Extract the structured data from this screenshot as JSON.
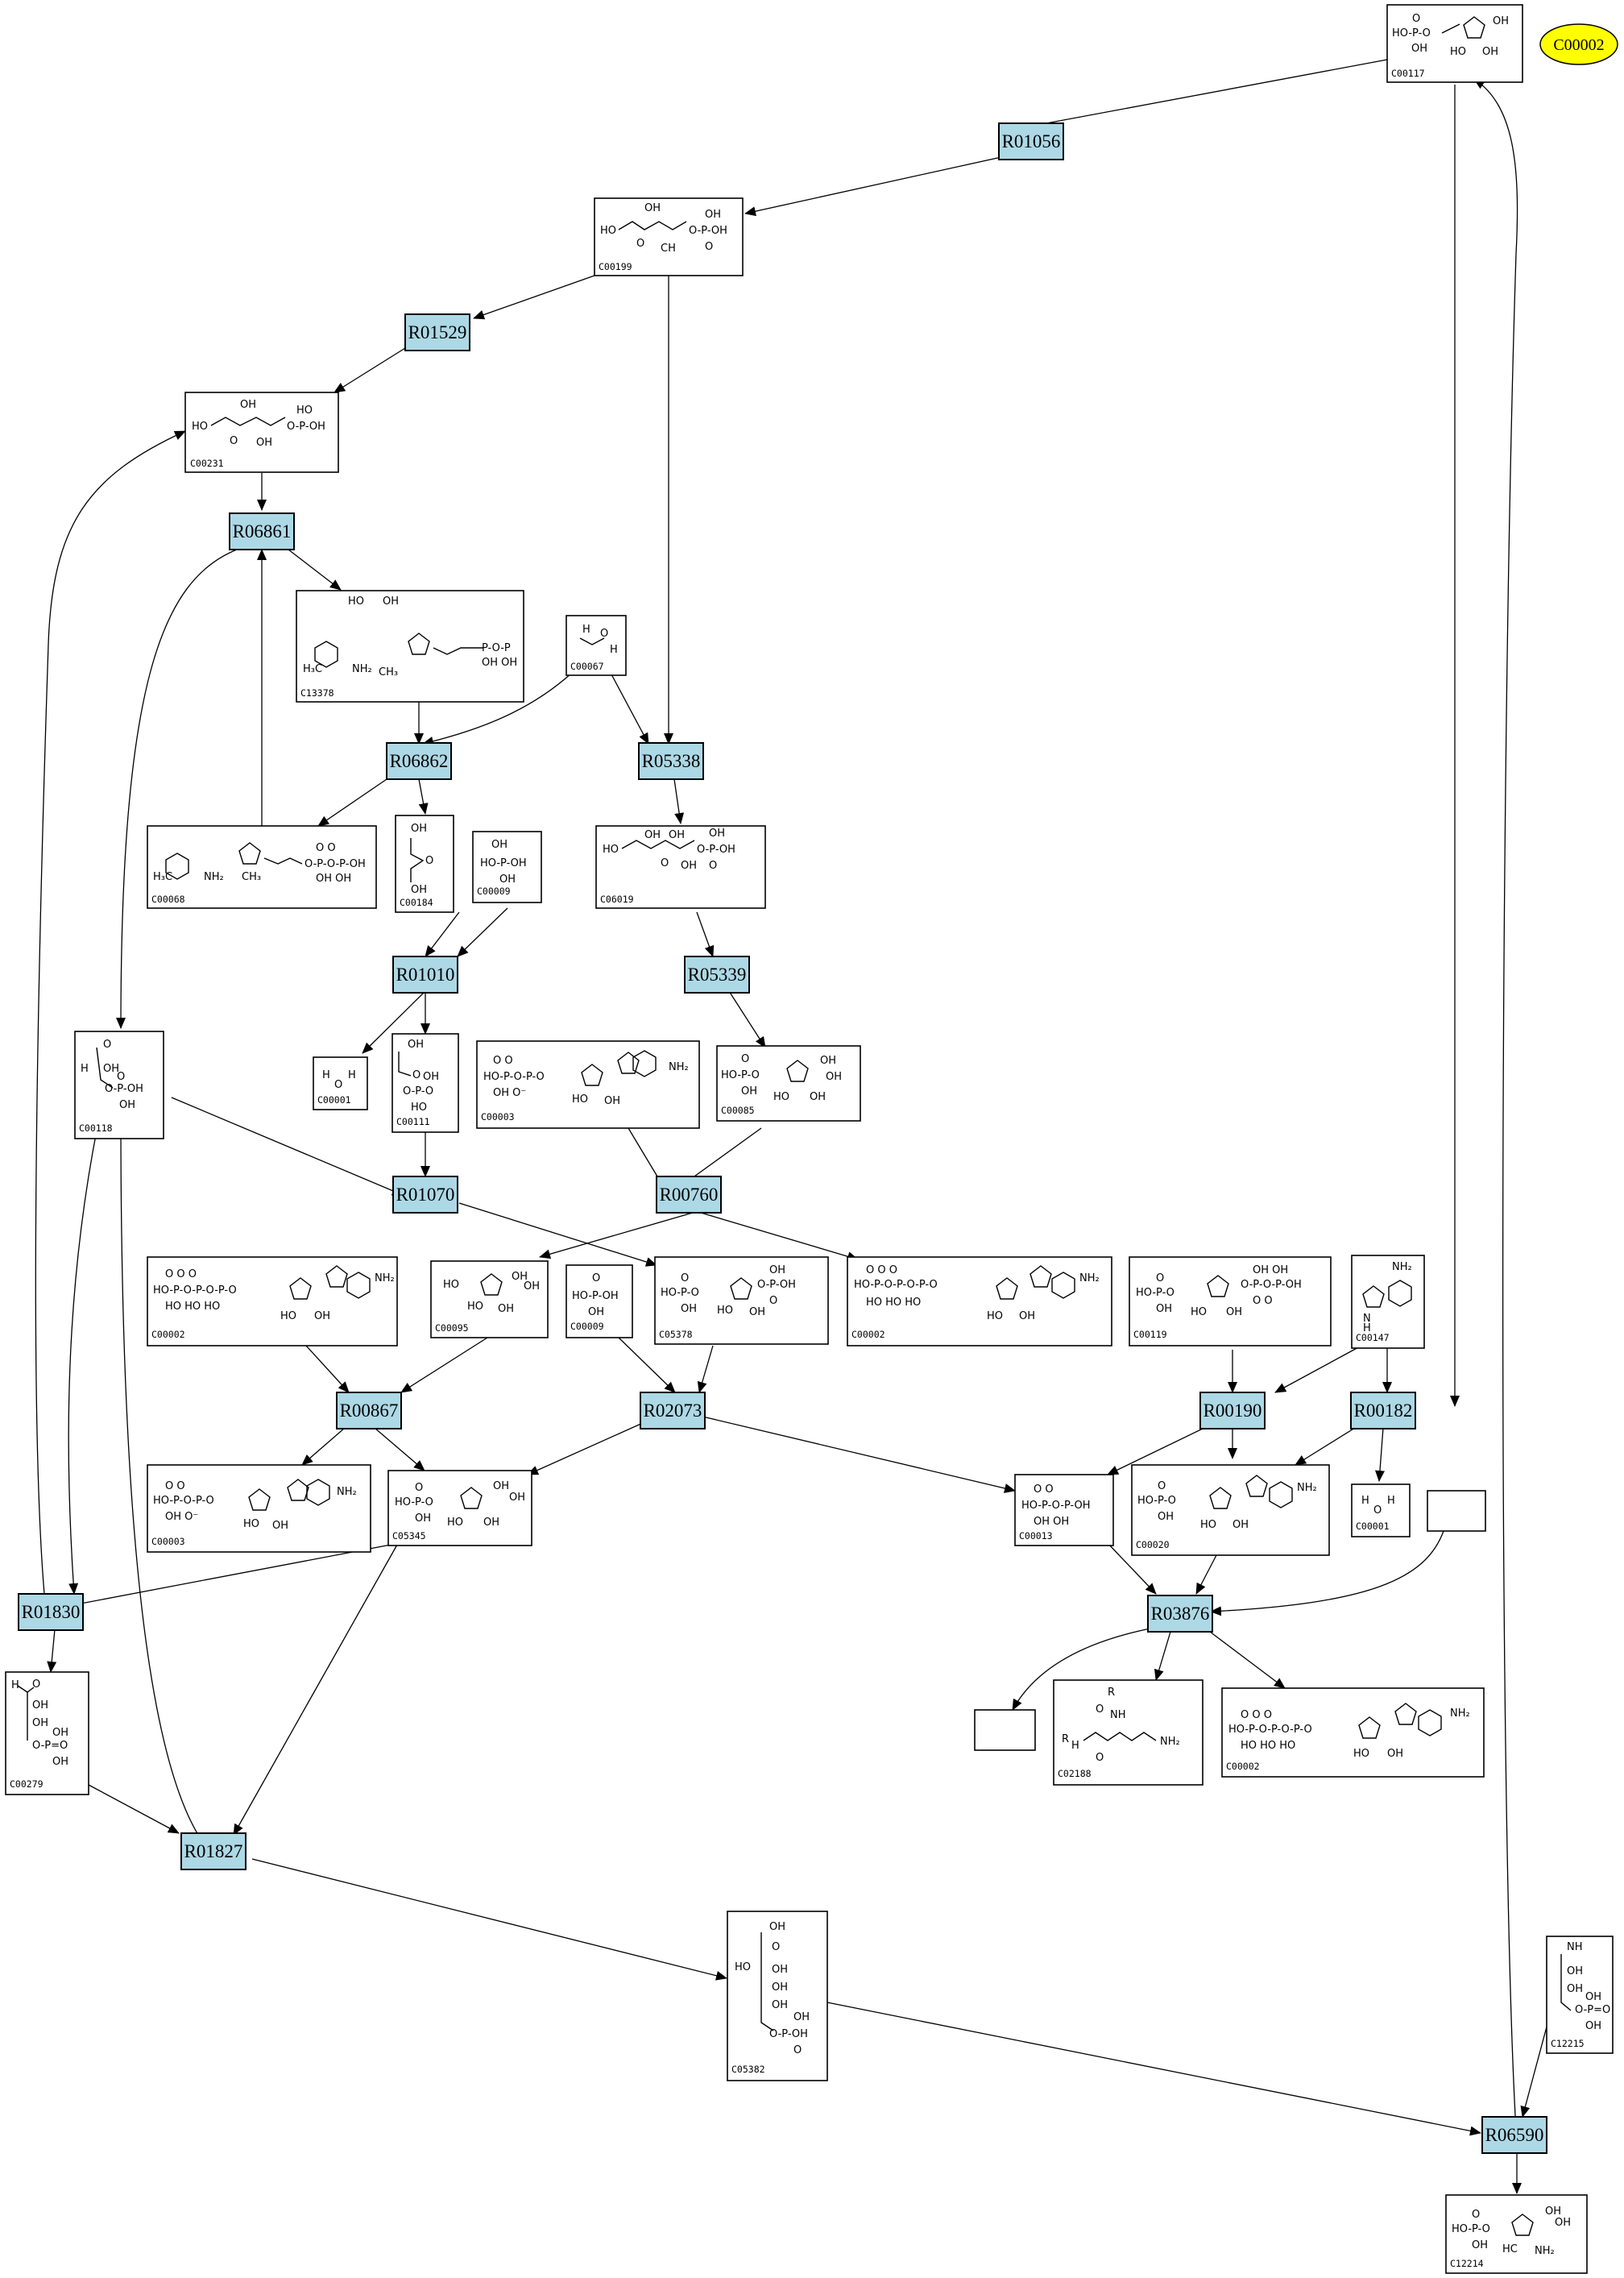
{
  "diagram": {
    "highlighted_compound": "C00002",
    "reactions": [
      "R01056",
      "R01529",
      "R06861",
      "R06862",
      "R05338",
      "R05339",
      "R01010",
      "R01070",
      "R00760",
      "R00867",
      "R02073",
      "R00190",
      "R00182",
      "R03876",
      "R01830",
      "R01827",
      "R06590"
    ],
    "compounds": [
      "C00117",
      "C00199",
      "C00231",
      "C13378",
      "C00067",
      "C00068",
      "C00184",
      "C00009",
      "C06019",
      "C00118",
      "C00001",
      "C00111",
      "C00003",
      "C00085",
      "C00002",
      "C00095",
      "C00009",
      "C05378",
      "C00002",
      "C00119",
      "C00147",
      "C00003",
      "C05345",
      "C00013",
      "C00020",
      "C00001",
      "C00279",
      "C02188",
      "C00002",
      "C05382",
      "C12215",
      "C12214"
    ]
  }
}
